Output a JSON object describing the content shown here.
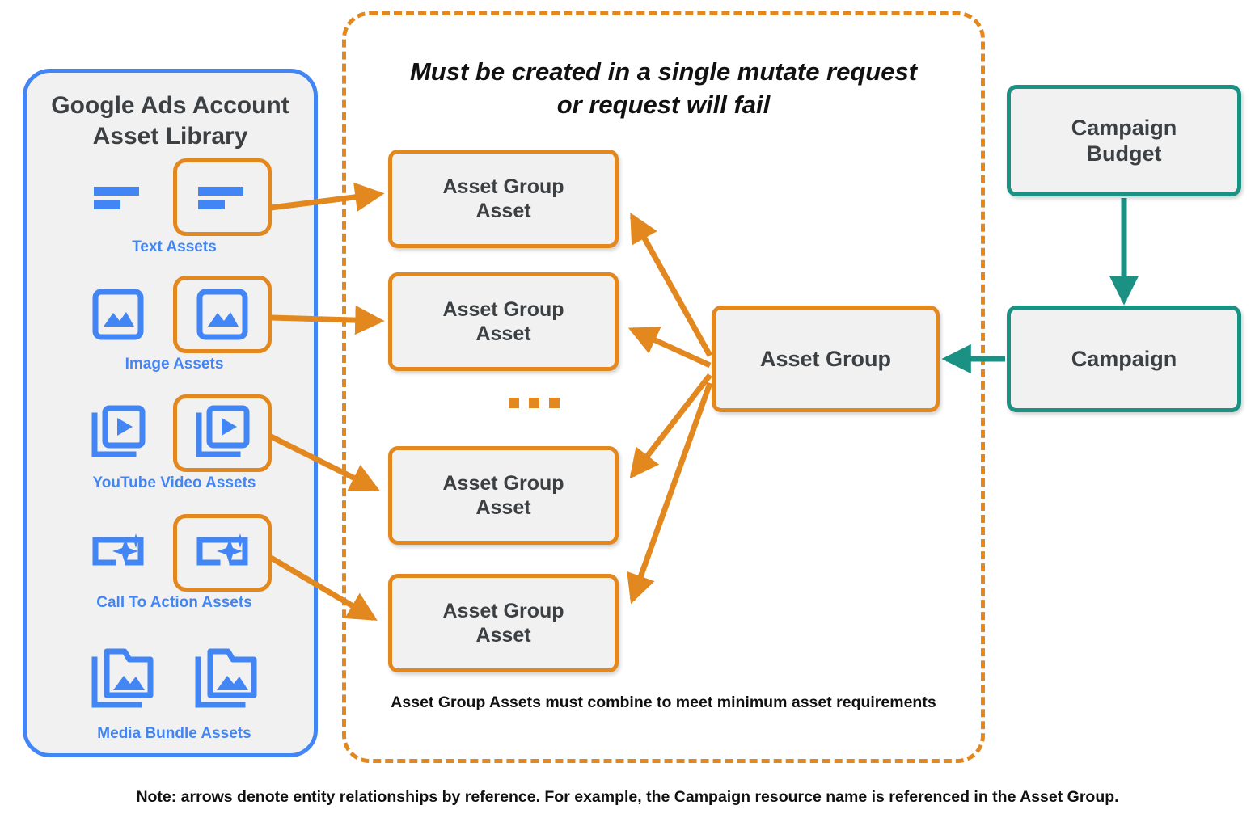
{
  "library": {
    "title_line1": "Google Ads Account",
    "title_line2": "Asset Library",
    "border_color": "#4285F4",
    "items": [
      {
        "label": "Text Assets",
        "icon": "text-asset-icon",
        "highlighted": true
      },
      {
        "label": "Image Assets",
        "icon": "image-asset-icon",
        "highlighted": true
      },
      {
        "label": "YouTube Video  Assets",
        "icon": "youtube-video-asset-icon",
        "highlighted": true
      },
      {
        "label": "Call To Action Assets",
        "icon": "call-to-action-asset-icon",
        "highlighted": true
      },
      {
        "label": "Media Bundle  Assets",
        "icon": "media-bundle-asset-icon",
        "highlighted": false
      }
    ]
  },
  "mutate_region": {
    "title_line1": "Must be created in a single mutate request",
    "title_line2": "or request will fail",
    "footnote": "Asset Group Assets must combine to meet minimum asset requirements",
    "border_color": "#E2881F",
    "asset_group_assets": [
      {
        "line1": "Asset Group",
        "line2": "Asset"
      },
      {
        "line1": "Asset Group",
        "line2": "Asset"
      },
      {
        "line1": "Asset Group",
        "line2": "Asset"
      },
      {
        "line1": "Asset Group",
        "line2": "Asset"
      }
    ],
    "ellipsis": "..."
  },
  "nodes": {
    "asset_group": {
      "label": "Asset Group",
      "color": "#E2881F"
    },
    "campaign_budget": {
      "line1": "Campaign",
      "line2": "Budget",
      "color": "#1B9184"
    },
    "campaign": {
      "label": "Campaign",
      "color": "#1B9184"
    }
  },
  "footer": {
    "note": "Note: arrows denote entity relationships by reference. For example, the Campaign resource name is referenced in the Asset Group."
  },
  "colors": {
    "orange": "#E2881F",
    "teal": "#1B9184",
    "blue": "#4285F4",
    "node_fill": "#F1F1F1",
    "text_dark": "#3C4043"
  }
}
